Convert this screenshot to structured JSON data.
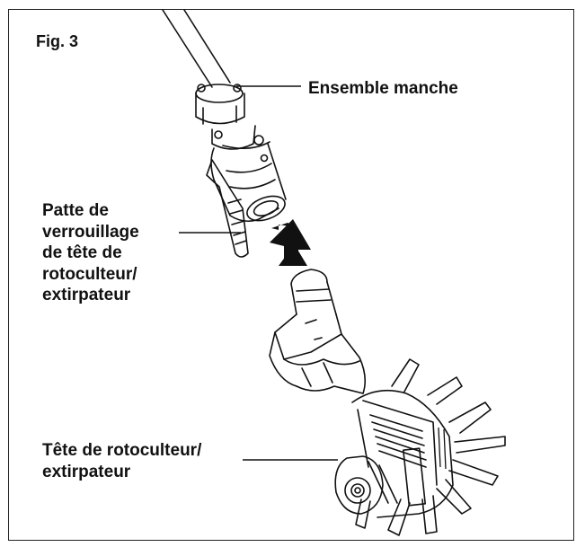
{
  "figure": {
    "label": "Fig. 3",
    "callouts": {
      "handle_assembly": "Ensemble manche",
      "lock_tab": [
        "Patte de",
        "verrouillage",
        "de tête de",
        "rotoculteur/",
        "extirpateur"
      ],
      "tiller_head": [
        "Tête de rotoculteur/",
        "extirpateur"
      ]
    },
    "colors": {
      "line": "#111111",
      "frame": "#222222",
      "background": "#ffffff",
      "arrow": "#111111"
    },
    "icons": {
      "direction": "up-arrow-icon"
    }
  }
}
